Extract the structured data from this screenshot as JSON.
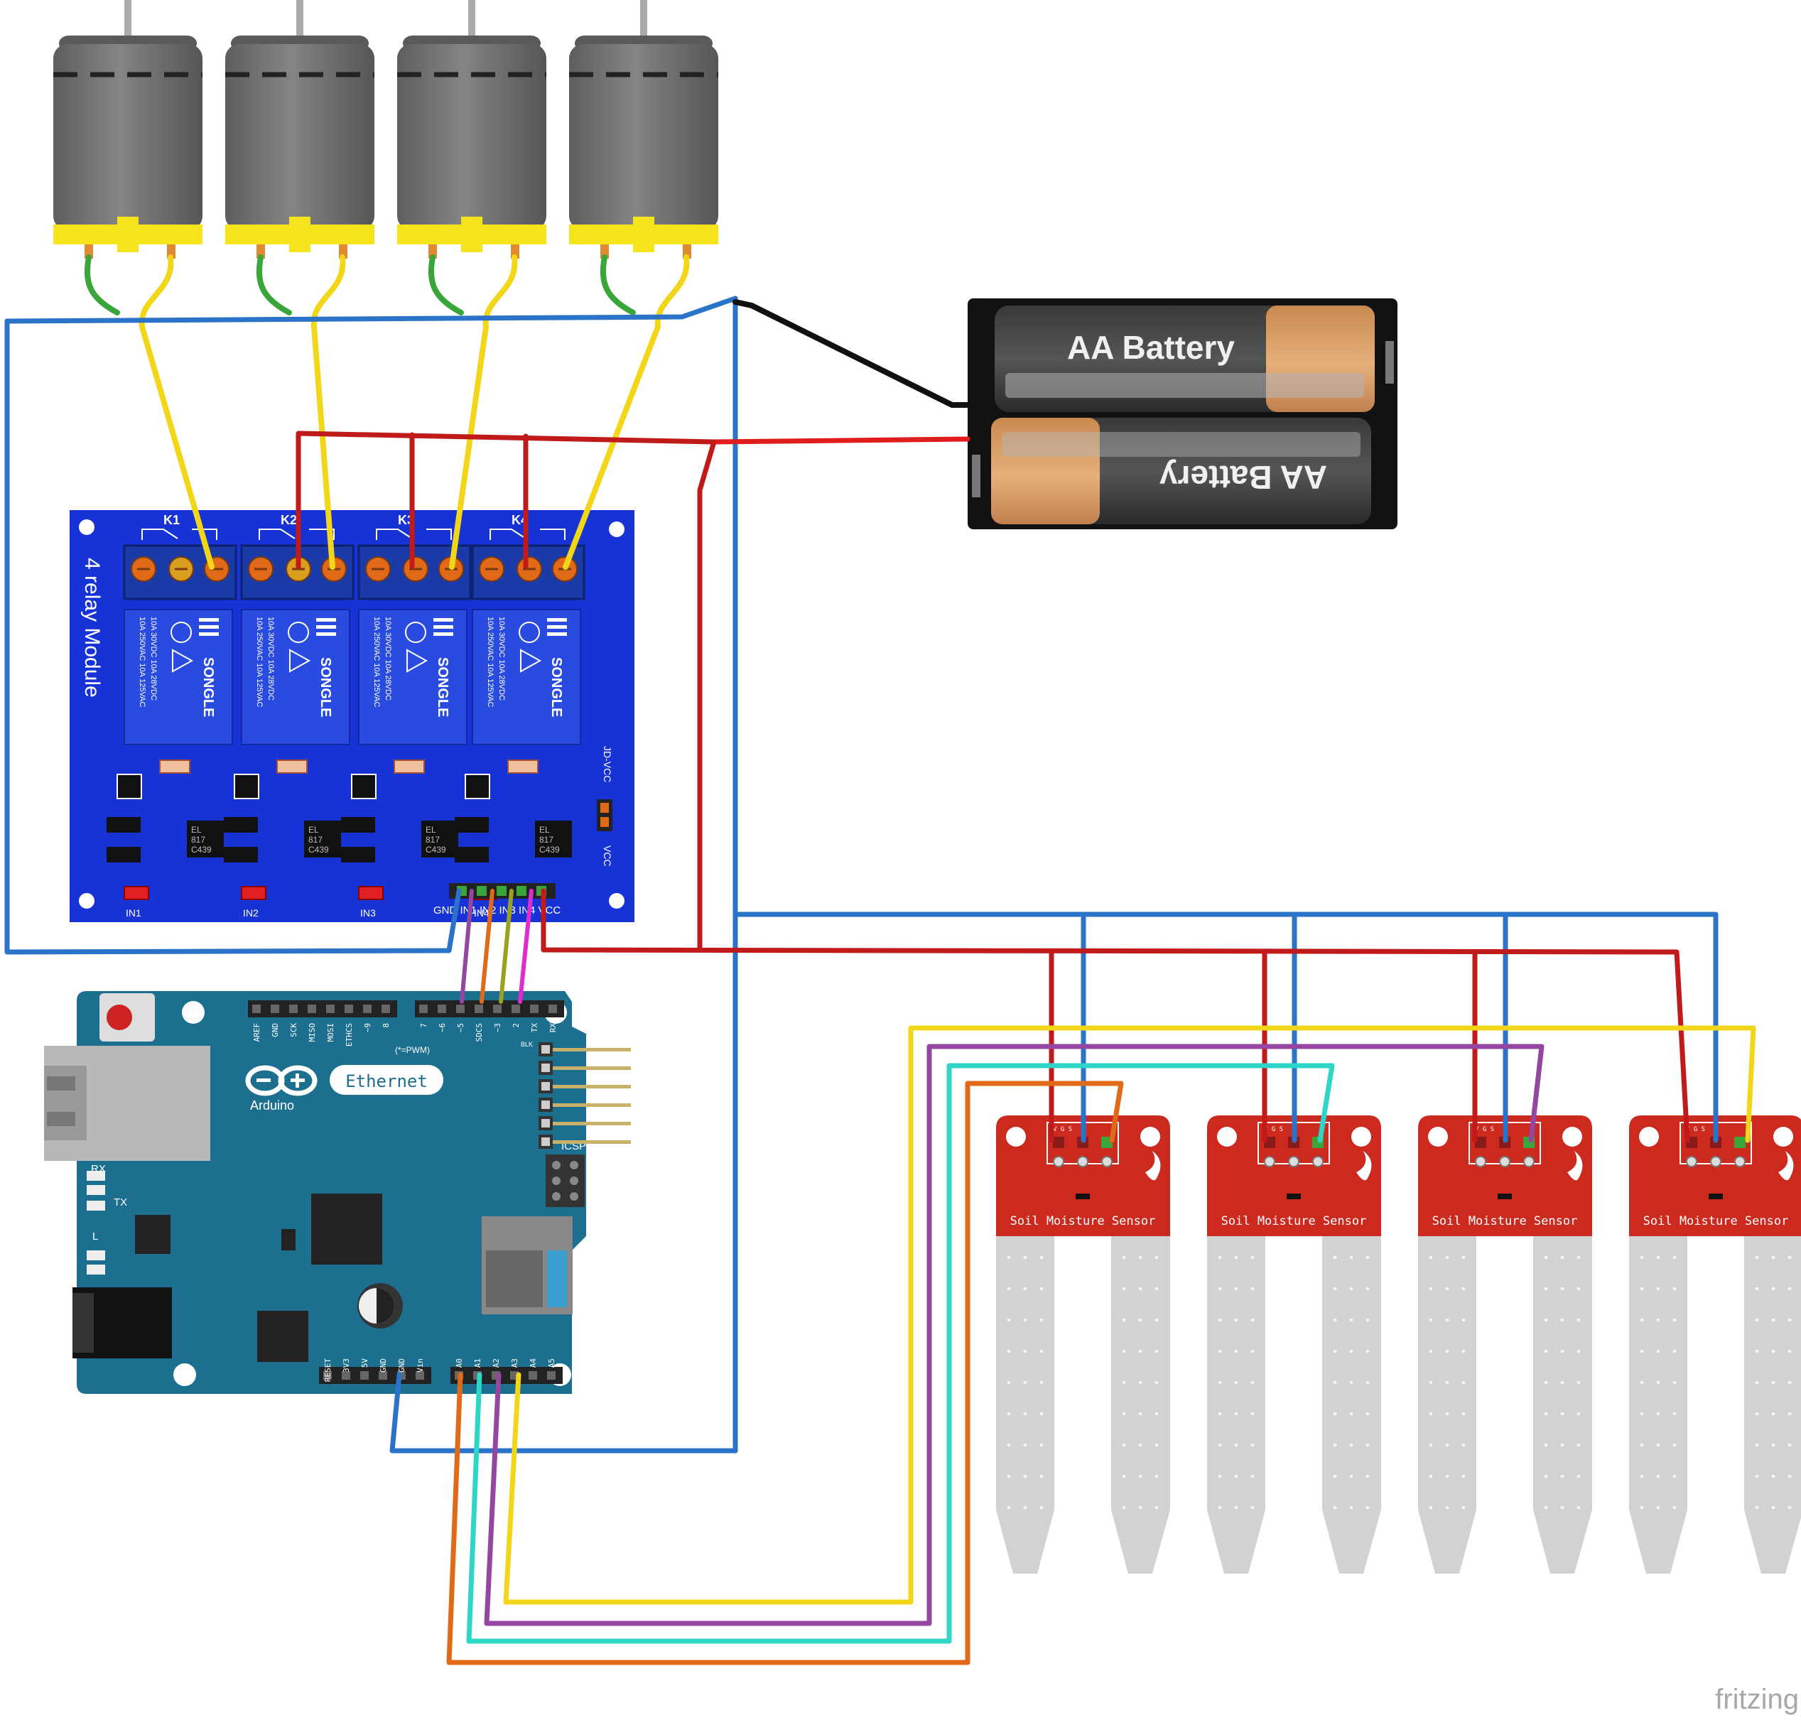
{
  "relay_module": {
    "title": "4 relay Module",
    "relay_labels": [
      "K1",
      "K2",
      "K3",
      "K4"
    ],
    "relay_brand": "SONGLE",
    "relay_rating_1": "10A 250VAC  10A 125VAC",
    "relay_rating_2": "10A 30VDC  10A 28VDC",
    "input_labels": [
      "IN1",
      "IN2",
      "IN3",
      "IN4"
    ],
    "header_pins": "GND IN1 IN2 IN3 IN4 VCC",
    "jumper_top": "JD-VCC",
    "jumper_bottom": "VCC",
    "optocoupler_text": [
      "EL",
      "817",
      "C439"
    ]
  },
  "battery": {
    "cell_label_top": "AA Battery",
    "cell_label_bottom": "AA Battery"
  },
  "arduino": {
    "brand": "Arduino",
    "model": "Ethernet",
    "top_pins": [
      "AREF",
      "GND",
      "SCK",
      "MISO",
      "MOSI",
      "ETHCS",
      "~9",
      "8",
      "7",
      "~6",
      "~5",
      "SDCS",
      "~3",
      "2",
      "TX",
      "RX"
    ],
    "pwm_note": "(*=PWM)",
    "bottom_power_pins": [
      "RESET",
      "3V3",
      "5V",
      "GND",
      "GND",
      "Vin"
    ],
    "bottom_analog_pins": [
      "A0",
      "A1",
      "A2",
      "A3",
      "A4",
      "A5"
    ],
    "leds": [
      "RX",
      "TX",
      "L"
    ],
    "icsp_label": "ICSP",
    "blk_label": "BLK"
  },
  "sensors": {
    "label": "Soil Moisture Sensor",
    "pin_label": "V G S"
  },
  "footer": {
    "watermark": "fritzing"
  },
  "colors": {
    "relay_board": "#1733d6",
    "arduino_board": "#1c6f8f",
    "sensor_board": "#cc2a1f",
    "wire_blue": "#2b73c8",
    "wire_red": "#c01a1a",
    "wire_yellow": "#f2d61a",
    "wire_green": "#3aa63a",
    "wire_orange": "#e06a17",
    "wire_purple": "#9546a0",
    "wire_cyan": "#2ed6c8",
    "wire_magenta": "#e02bd0",
    "motor_body": "#6f6f6f",
    "motor_cap": "#f5e31c"
  }
}
